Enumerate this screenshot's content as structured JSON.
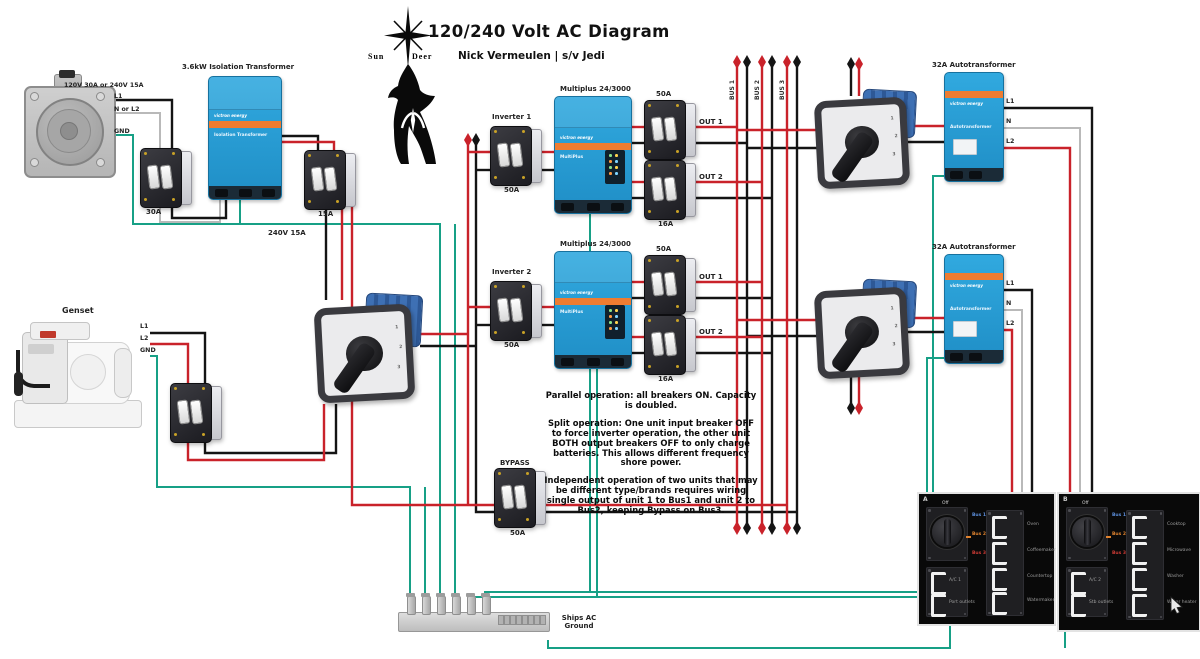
{
  "header": {
    "title": "120/240 Volt AC Diagram",
    "subtitle": "Nick Vermeulen | s/v Jedi"
  },
  "logo": {
    "left": "Sun",
    "right": "Deer"
  },
  "shore": {
    "rating": "120V 30A or 240V 15A",
    "l1": "L1",
    "n": "N or L2",
    "gnd": "GND",
    "breaker": "30A"
  },
  "isolation": {
    "label": "3.6kW Isolation Transformer",
    "brand": "victron energy",
    "name": "Isolation Transformer",
    "output": "240V 15A",
    "breaker": "15A"
  },
  "genset": {
    "label": "Genset",
    "l1": "L1",
    "l2": "L2",
    "gnd": "GND"
  },
  "rotary": {
    "positions": [
      "1",
      "2",
      "3"
    ]
  },
  "units": [
    {
      "feed": "Inverter 1",
      "feed_amp": "50A",
      "name": "Multiplus 24/3000",
      "brand": "victron energy",
      "model": "MultiPlus",
      "out1": "OUT 1",
      "out1_amp": "50A",
      "out2": "OUT 2",
      "out2_amp": "16A"
    },
    {
      "feed": "Inverter 2",
      "feed_amp": "50A",
      "name": "Multiplus 24/3000",
      "brand": "victron energy",
      "model": "MultiPlus",
      "out1": "OUT 1",
      "out1_amp": "50A",
      "out2": "OUT 2",
      "out2_amp": "16A"
    }
  ],
  "bypass": {
    "label": "BYPASS",
    "amp": "50A"
  },
  "buses": {
    "b1": "BUS 1",
    "b2": "BUS 2",
    "b3": "BUS 3"
  },
  "autos": [
    {
      "label": "32A Autotransformer",
      "brand": "victron energy",
      "name": "Autotransformer",
      "l1": "L1",
      "n": "N",
      "l2": "L2"
    },
    {
      "label": "32A Autotransformer",
      "brand": "victron energy",
      "name": "Autotransformer",
      "l1": "L1",
      "n": "N",
      "l2": "L2"
    }
  ],
  "notes": {
    "p1": "Parallel operation: all breakers ON. Capacity is doubled.",
    "p2": "Split operation: One unit input breaker OFF to force inverter operation, the other unit BOTH output breakers OFF to only charge batteries. This allows different frequency shore power.",
    "p3": "Independent operation of two units that may be different type/brands requires wiring single output of unit 1 to Bus1 and unit 2 to Bus2, keeping Bypass on Bus3."
  },
  "ground": {
    "label": "Ships AC Ground"
  },
  "panels": [
    {
      "id": "A",
      "off": "Off",
      "bus1": "Bus 1",
      "bus2": "Bus 2",
      "bus3": "Bus 3",
      "c1": "A/C 1",
      "c2": "Port outlets",
      "r1": "Oven",
      "r2": "Coffeemaker",
      "r3": "Countertop",
      "r4": "Watermaker"
    },
    {
      "id": "B",
      "off": "Off",
      "bus1": "Bus 1",
      "bus2": "Bus 2",
      "bus3": "Bus 3",
      "c1": "A/C 2",
      "c2": "Stb outlets",
      "r1": "Cooktop",
      "r2": "Microwave",
      "r3": "Washer",
      "r4": "Water heater"
    }
  ],
  "colors": {
    "wire_line": "#141414",
    "wire_hot": "#c9222a",
    "wire_neutral": "#b9b9b9",
    "wire_ground": "#17a086",
    "victron_blue": "#2599d6",
    "victron_orange": "#ee7c31",
    "panel_bus1": "#5b8dd9",
    "panel_bus2": "#e0832f",
    "panel_bus3": "#cc3a35"
  }
}
